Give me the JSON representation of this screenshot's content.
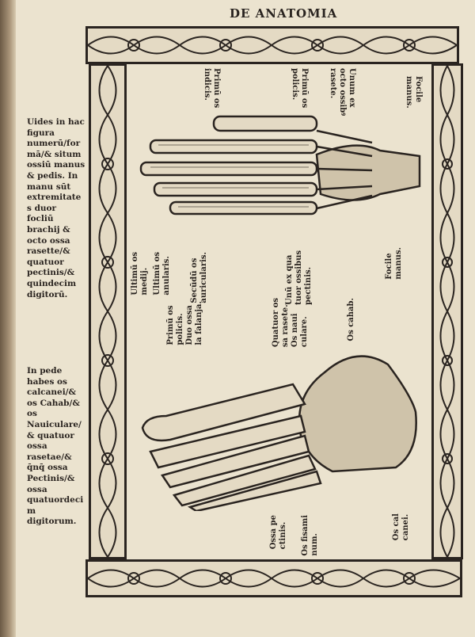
{
  "page": {
    "running_head": "DE ANATOMIA",
    "side_notes": [
      "Uides in hac figura numerū/formā/& situm ossiū manus & pedis. In manu sūt extremitates duor focliū brachij & octo ossa rasette/& quatuor pectinis/& quindecim digitorū.",
      "In pede habes os calcanei/& os Cahab/& os Nauiculare/& quatuor ossa rasetae/& q̄nq̄ ossa Pectinis/& ossa quatuordecim digitorum."
    ],
    "hand_labels_top": [
      "Primū os\nindicis.",
      "Primū os\npolicis.",
      "Unum ex\nocto ossibꝰ\nrasete.",
      "Focile\nmanus."
    ],
    "hand_labels_bottom": [
      "Ultimū os\nmedij.",
      "Ultimū os\nanularis.",
      "Secūdū os\nauricularis.",
      "Unū ex qua\ntuor ossibus\npectinis.",
      "Focile\nmanus."
    ],
    "foot_labels_top": [
      "Primū os\npolicis.\nDuo ossa\nla falanja.",
      "Quatuor os\nsa rasete.\nOs naui\nculare.",
      "Os cahab."
    ],
    "foot_labels_bottom": [
      "Ossa pe\nctinis.",
      "Os fisami\nnum.",
      "Os cal\ncanei."
    ]
  }
}
